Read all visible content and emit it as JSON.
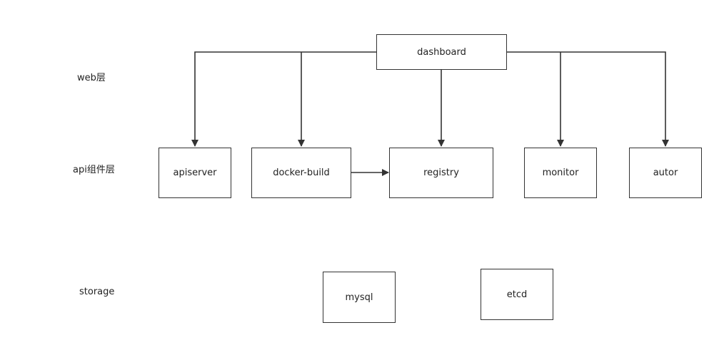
{
  "layers": {
    "web": "web层",
    "api": "api组件层",
    "storage": "storage"
  },
  "nodes": {
    "dashboard": "dashboard",
    "apiserver": "apiserver",
    "docker_build": "docker-build",
    "registry": "registry",
    "monitor": "monitor",
    "autor": "autor",
    "mysql": "mysql",
    "etcd": "etcd"
  },
  "edges": [
    {
      "from": "dashboard",
      "to": "apiserver"
    },
    {
      "from": "dashboard",
      "to": "docker-build"
    },
    {
      "from": "dashboard",
      "to": "registry"
    },
    {
      "from": "dashboard",
      "to": "monitor"
    },
    {
      "from": "dashboard",
      "to": "autor"
    },
    {
      "from": "docker-build",
      "to": "registry"
    }
  ],
  "colors": {
    "stroke": "#333333",
    "background": "#ffffff"
  }
}
